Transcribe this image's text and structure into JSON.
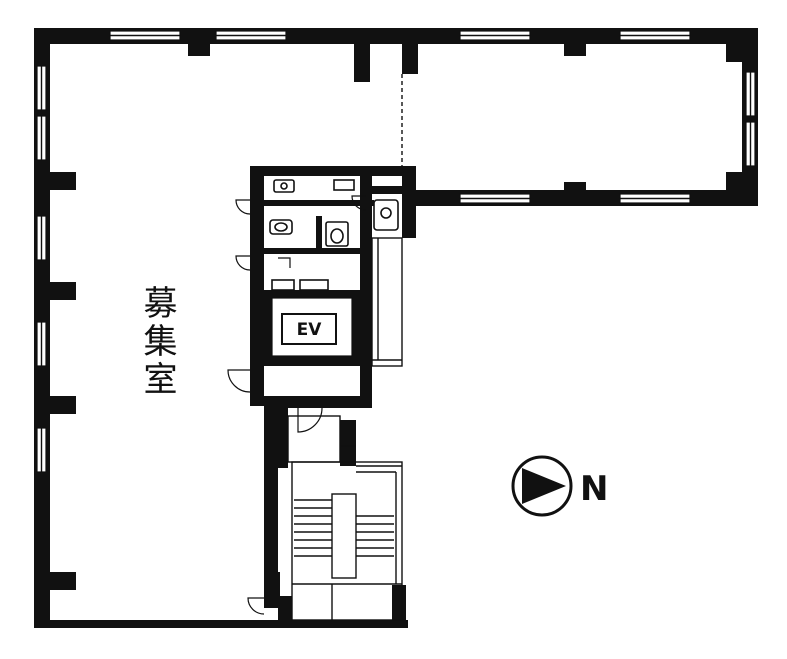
{
  "floor_plan": {
    "room_label": "募集室",
    "elevator_label": "EV",
    "north_label": "N",
    "wall_color": "#111111",
    "background_color": "#ffffff",
    "icons": [
      "north-arrow-icon",
      "toilet-icon",
      "sink-icon",
      "urinal-icon",
      "stairs-icon",
      "elevator-icon"
    ]
  }
}
